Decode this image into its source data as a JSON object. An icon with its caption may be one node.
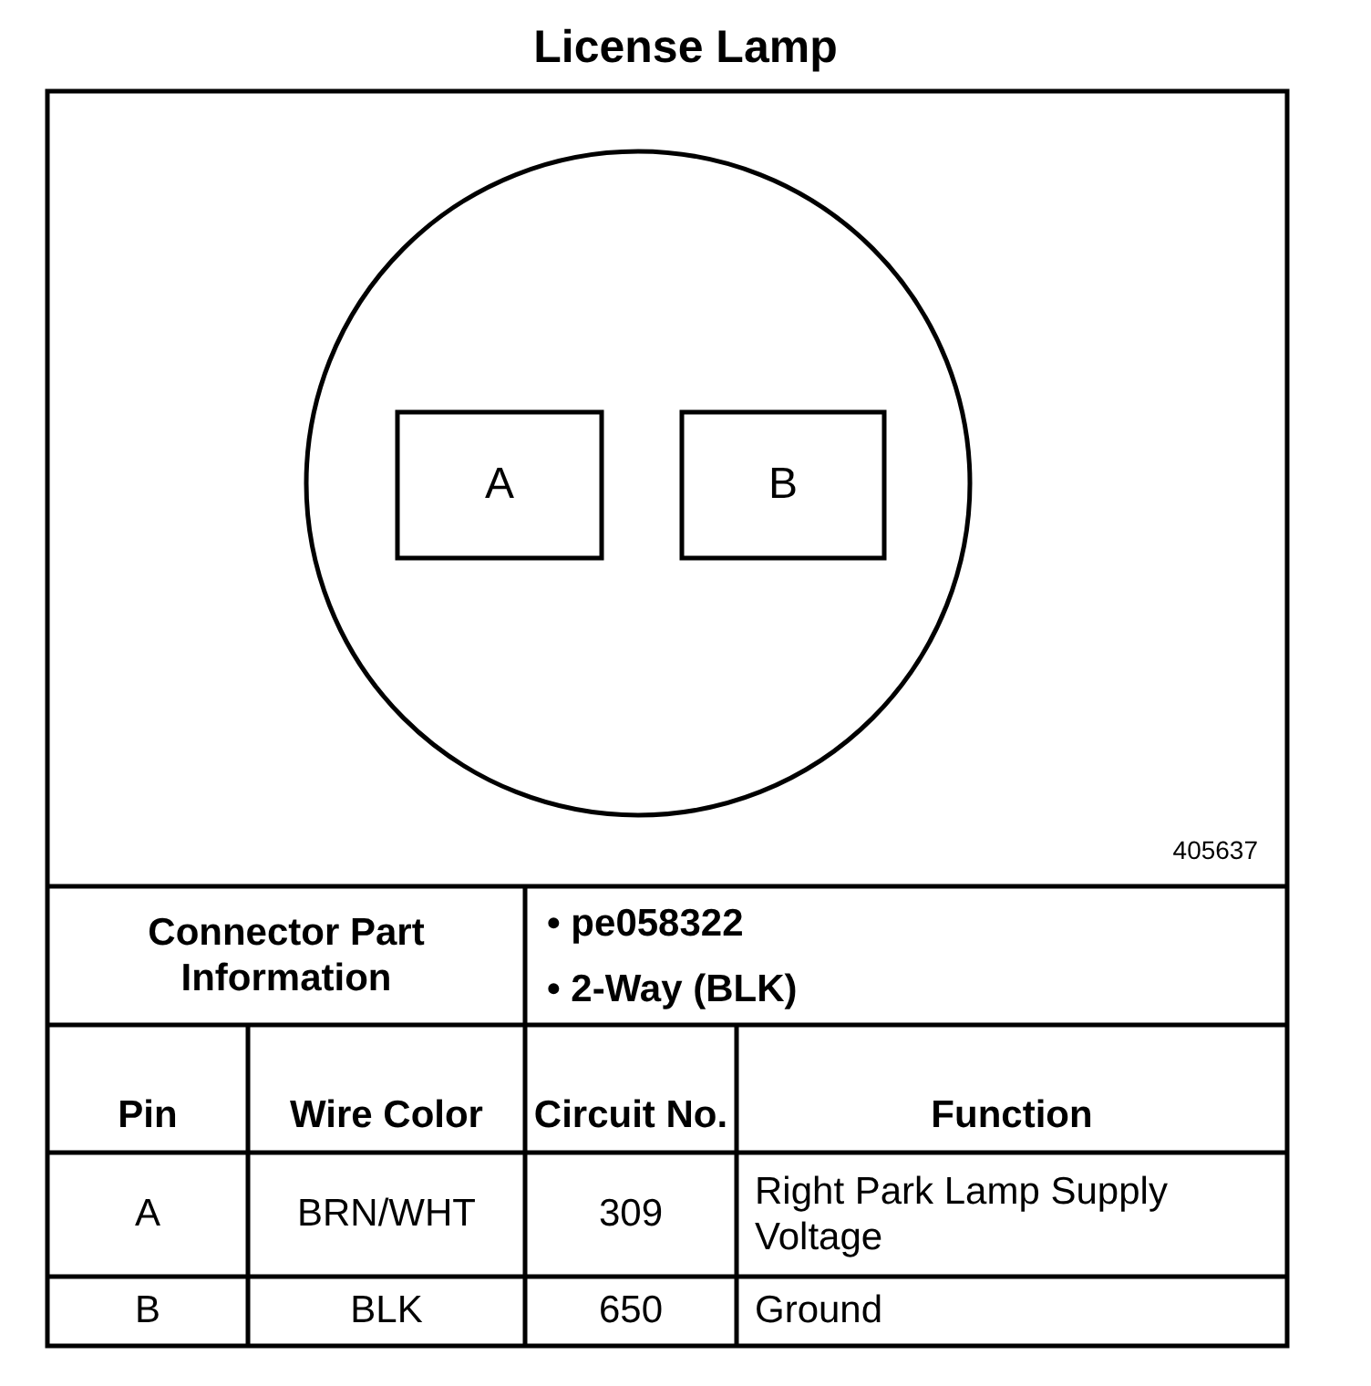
{
  "diagram": {
    "title": "License Lamp",
    "nodes": [
      {
        "text": [],
        "shape": "circle"
      },
      {
        "text": [
          "A"
        ],
        "in": 0
      },
      {
        "text": [
          "B"
        ],
        "in": 0
      }
    ],
    "edges": [],
    "labels": [
      "405637",
      "Connector Part Information",
      "• pe058322",
      "• 2-Way (BLK)",
      "Pin",
      "Wire Color",
      "Circuit No.",
      "Function",
      "A",
      "BRN/WHT",
      "309",
      "Right Park Lamp Supply Voltage",
      "B",
      "BLK",
      "650",
      "Ground"
    ]
  }
}
